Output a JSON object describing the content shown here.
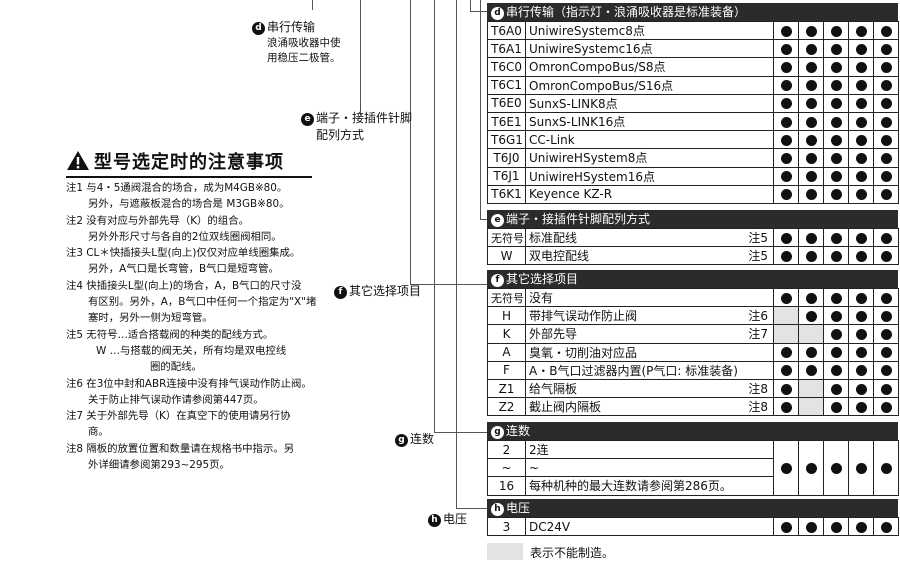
{
  "left_labels": {
    "d": {
      "mark": "d",
      "title": "串行传输",
      "sub1": "浪涌吸收器中使",
      "sub2": "用稳压二极管。"
    },
    "e": {
      "mark": "e",
      "title": "端子・接插件针脚",
      "sub1": "配列方式"
    },
    "f": {
      "mark": "f",
      "title": "其它选择项目"
    },
    "g": {
      "mark": "g",
      "title": "连数"
    },
    "h": {
      "mark": "h",
      "title": "电压"
    }
  },
  "warning": {
    "title": "型号选定时的注意事项",
    "lines": [
      "注1 与4・5通阀混合的场合，成为M4GB※80。",
      "另外，与遮蔽板混合的场合是 M3GB※80。",
      "注2 没有对应与外部先导（K）的组合。",
      "另外外形尺寸与各自的2位双线圈阀相同。",
      "注3 CL＊快插接头L型(向上)仅仅对应单线圈集成。",
      "另外，A气口是长弯管，B气口是短弯管。",
      "注4 快插接头L型(向上)的场合，A，B气口的尺寸没",
      "有区别。另外，A，B气口中任何一个指定为\"X\"堵",
      "塞时，另外一侧为短弯管。",
      "注5 无符号…适合搭载阀的种类的配线方式。",
      "W  …与搭载的阀无关，所有均是双电控线",
      "圈的配线。",
      "注6 在3位中封和ABR连接中没有排气误动作防止阀。",
      "关于防止排气误动作请参阅第447页。",
      "注7  关于外部先导（K）在真空下的使用请另行协",
      "商。",
      "注8  隔板的放置位置和数量请在规格书中指示。另",
      "外详细请参阅第293~295页。"
    ]
  },
  "sections": {
    "d": {
      "mark": "d",
      "header": "串行传输（指示灯・浪涌吸收器是标准装备）",
      "rows": [
        {
          "code": "T6A0",
          "name": "UniwireSystemc8点"
        },
        {
          "code": "T6A1",
          "name": "UniwireSystemc16点"
        },
        {
          "code": "T6C0",
          "name": "OmronCompoBus/S8点"
        },
        {
          "code": "T6C1",
          "name": "OmronCompoBus/S16点"
        },
        {
          "code": "T6E0",
          "name": "SunxS-LINK8点"
        },
        {
          "code": "T6E1",
          "name": "SunxS-LINK16点"
        },
        {
          "code": "T6G1",
          "name": "CC-Link"
        },
        {
          "code": "T6J0",
          "name": "UniwireHSystem8点"
        },
        {
          "code": "T6J1",
          "name": "UniwireHSystem16点"
        },
        {
          "code": "T6K1",
          "name": "Keyence KZ-R"
        }
      ]
    },
    "e": {
      "mark": "e",
      "header": "端子・接插件针脚配列方式",
      "rows": [
        {
          "code": "无符号",
          "name": "标准配线",
          "note": "注5"
        },
        {
          "code": "W",
          "name": "双电控配线",
          "note": "注5"
        }
      ]
    },
    "f": {
      "mark": "f",
      "header": "其它选择项目",
      "rows": [
        {
          "code": "无符号",
          "name": "没有",
          "note": ""
        },
        {
          "code": "H",
          "name": "带排气误动作防止阀",
          "note": "注6"
        },
        {
          "code": "K",
          "name": "外部先导",
          "note": "注7"
        },
        {
          "code": "A",
          "name": "臭氧・切削油对应品",
          "note": ""
        },
        {
          "code": "F",
          "name": "A・B气口过滤器内置(P气口: 标准装备)",
          "note": ""
        },
        {
          "code": "Z1",
          "name": "给气隔板",
          "note": "注8"
        },
        {
          "code": "Z2",
          "name": "截止阀内隔板",
          "note": "注8"
        }
      ]
    },
    "g": {
      "mark": "g",
      "header": "连数",
      "rows": [
        {
          "code": "2",
          "name": "2连"
        },
        {
          "code": "~",
          "name": "~"
        },
        {
          "code": "16",
          "name": "每种机种的最大连数请参阅第286页。"
        }
      ]
    },
    "h": {
      "mark": "h",
      "header": "电压",
      "rows": [
        {
          "code": "3",
          "name": "DC24V"
        }
      ]
    }
  },
  "legend": {
    "text": "表示不能制造。"
  }
}
